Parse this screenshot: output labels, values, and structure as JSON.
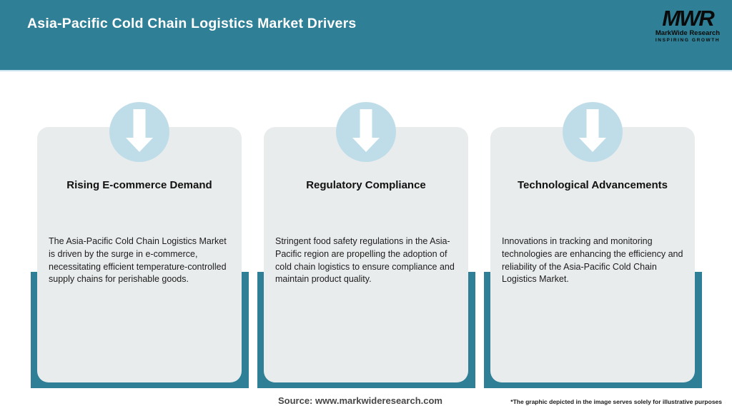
{
  "header": {
    "title": "Asia-Pacific Cold Chain Logistics Market Drivers",
    "logo": {
      "monogram": "MWR",
      "name": "MarkWide Research",
      "tagline": "INSPIRING GROWTH"
    }
  },
  "cards": [
    {
      "icon": "down-arrow-icon",
      "title": "Rising E-commerce Demand",
      "description": "The Asia-Pacific Cold Chain Logistics Market is driven by the surge in e-commerce, necessitating efficient temperature-controlled supply chains for perishable goods."
    },
    {
      "icon": "down-arrow-icon",
      "title": "Regulatory Compliance",
      "description": "Stringent food safety regulations in the Asia-Pacific region are propelling the adoption of cold chain logistics to ensure compliance and maintain product quality."
    },
    {
      "icon": "down-arrow-icon",
      "title": "Technological Advancements",
      "description": "Innovations in tracking and monitoring technologies are enhancing the efficiency and reliability of the Asia-Pacific Cold Chain Logistics Market."
    }
  ],
  "footer": {
    "source": "Source: www.markwideresearch.com",
    "disclaimer": "*The graphic depicted in the image serves solely for illustrative purposes"
  },
  "colors": {
    "teal": "#2f8096",
    "header_border": "#cae3ed",
    "card_bg": "#e9eced",
    "circle_blue": "#bedde9",
    "arrow_white": "#ffffff",
    "title_white": "#ffffff",
    "text_dark": "#1c1c1c"
  }
}
